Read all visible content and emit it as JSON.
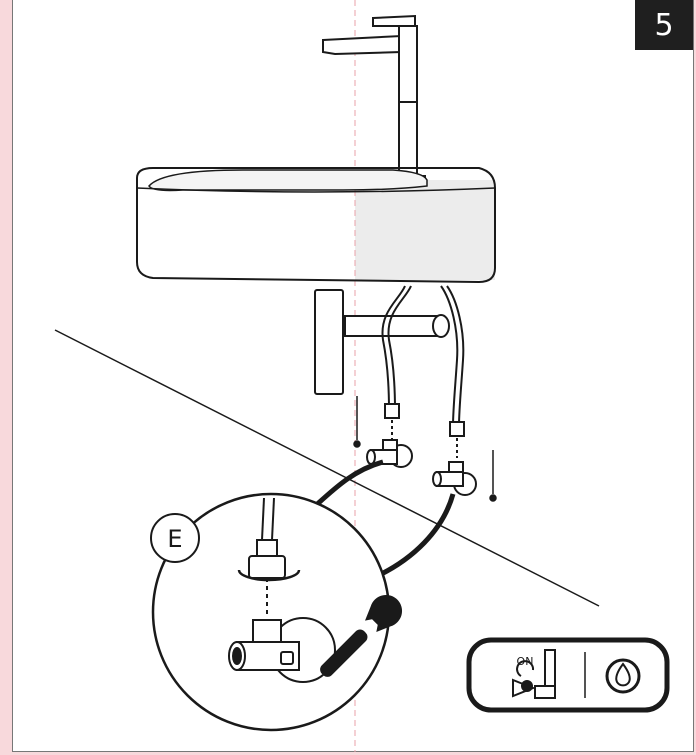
{
  "step": {
    "number": "5"
  },
  "detail": {
    "label": "E"
  },
  "status_box": {
    "valve_state": "ON",
    "left_icon": "valve-on-icon",
    "right_icon": "water-drop-icon"
  },
  "icons": {
    "wrench": "wrench-icon",
    "turn_arrow": "rotate-arrow-icon"
  },
  "colors": {
    "background_frame": "#f8d9dc",
    "ink": "#1a1a1a",
    "badge": "#1f1f1f",
    "shade": "#e8e8e8"
  }
}
